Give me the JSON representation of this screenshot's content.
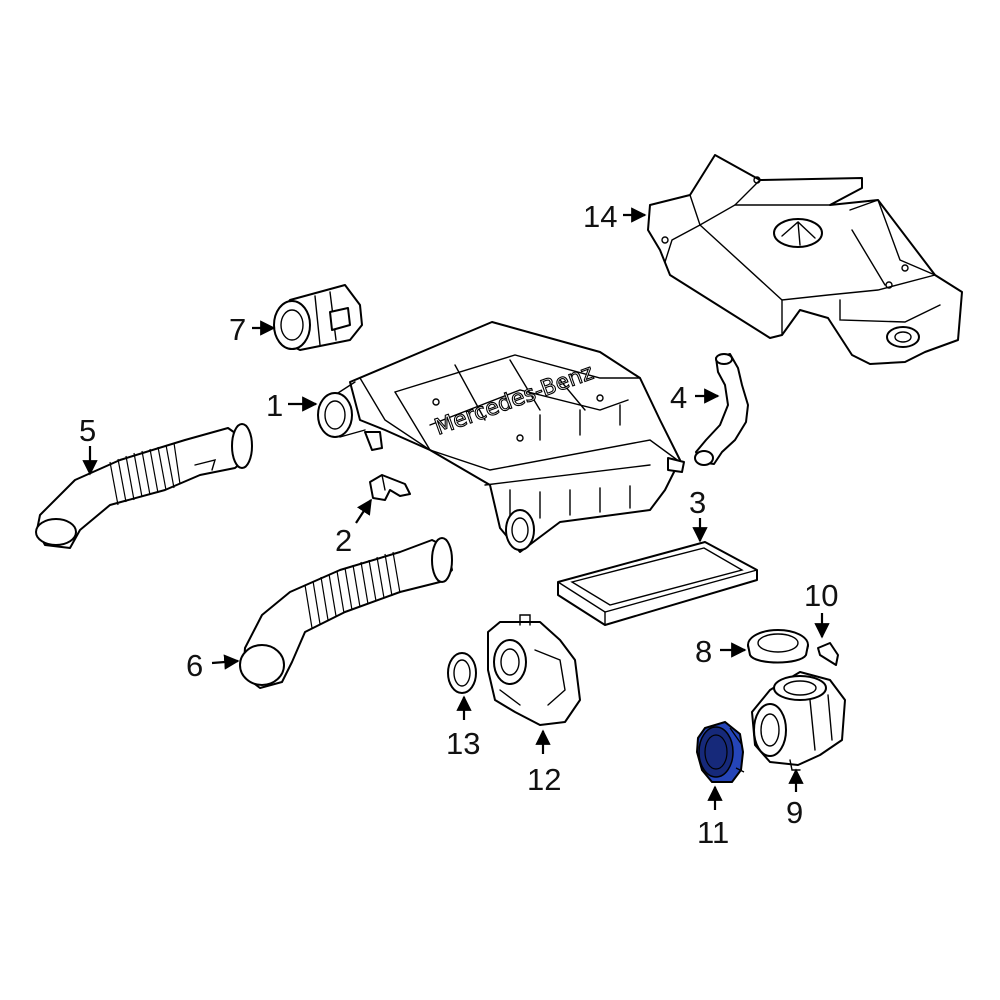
{
  "diagram": {
    "highlight_color": "#2545b8",
    "brand_text": "Mercedes-Benz",
    "callouts": [
      {
        "id": "1",
        "label": "1"
      },
      {
        "id": "2",
        "label": "2"
      },
      {
        "id": "3",
        "label": "3"
      },
      {
        "id": "4",
        "label": "4"
      },
      {
        "id": "5",
        "label": "5"
      },
      {
        "id": "6",
        "label": "6"
      },
      {
        "id": "7",
        "label": "7"
      },
      {
        "id": "8",
        "label": "8"
      },
      {
        "id": "9",
        "label": "9"
      },
      {
        "id": "10",
        "label": "10"
      },
      {
        "id": "11",
        "label": "11",
        "highlighted": true
      },
      {
        "id": "12",
        "label": "12"
      },
      {
        "id": "13",
        "label": "13"
      },
      {
        "id": "14",
        "label": "14"
      }
    ]
  }
}
